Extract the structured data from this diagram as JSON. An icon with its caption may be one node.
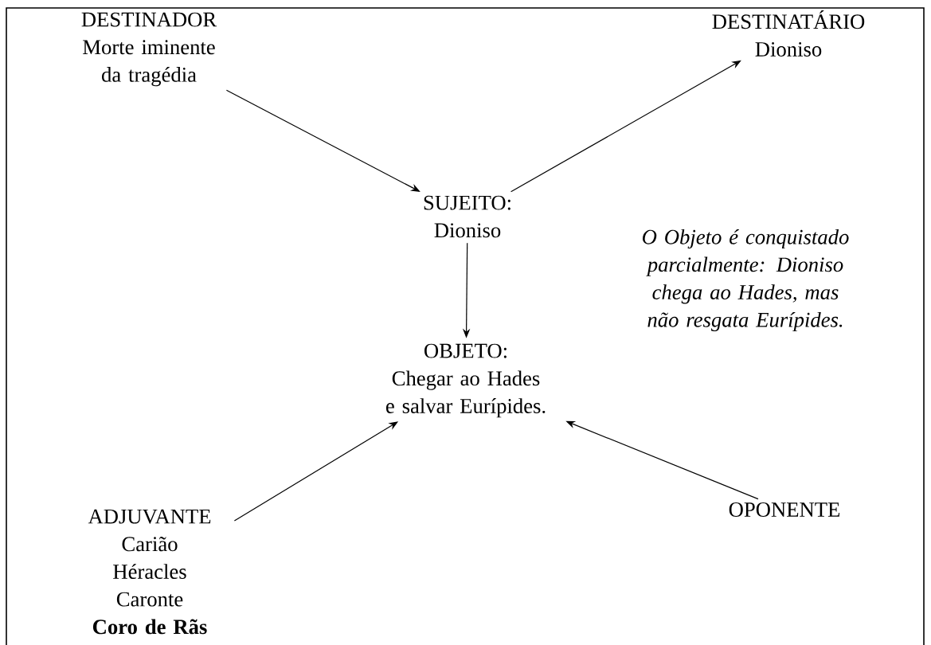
{
  "diagram": {
    "nodes": [
      {
        "text": [
          "DESTINADOR",
          "Morte iminente da tragédia"
        ]
      },
      {
        "text": [
          "DESTINATÁRIO",
          "Dioniso"
        ]
      },
      {
        "text": [
          "SUJEITO:",
          "Dioniso"
        ]
      },
      {
        "text": [
          "OBJETO:",
          "Chegar ao Hades e salvar Eurípides."
        ]
      },
      {
        "text": [
          "ADJUVANTE",
          "Carião",
          "Héracles",
          "Caronte",
          "**Coro de Rãs**"
        ]
      },
      {
        "text": [
          "OPONENTE"
        ]
      }
    ],
    "edges": [
      {
        "from": 0,
        "to": 2,
        "arrow": "to"
      },
      {
        "from": 2,
        "to": 1,
        "arrow": "to"
      },
      {
        "from": 2,
        "to": 3,
        "arrow": "to"
      },
      {
        "from": 4,
        "to": 3,
        "arrow": "to"
      },
      {
        "from": 5,
        "to": 3,
        "arrow": "to"
      }
    ],
    "labels": [
      "O Objeto é conquistado parcialmente: Dioniso chega ao Hades, mas não resgata Eurípides."
    ]
  }
}
